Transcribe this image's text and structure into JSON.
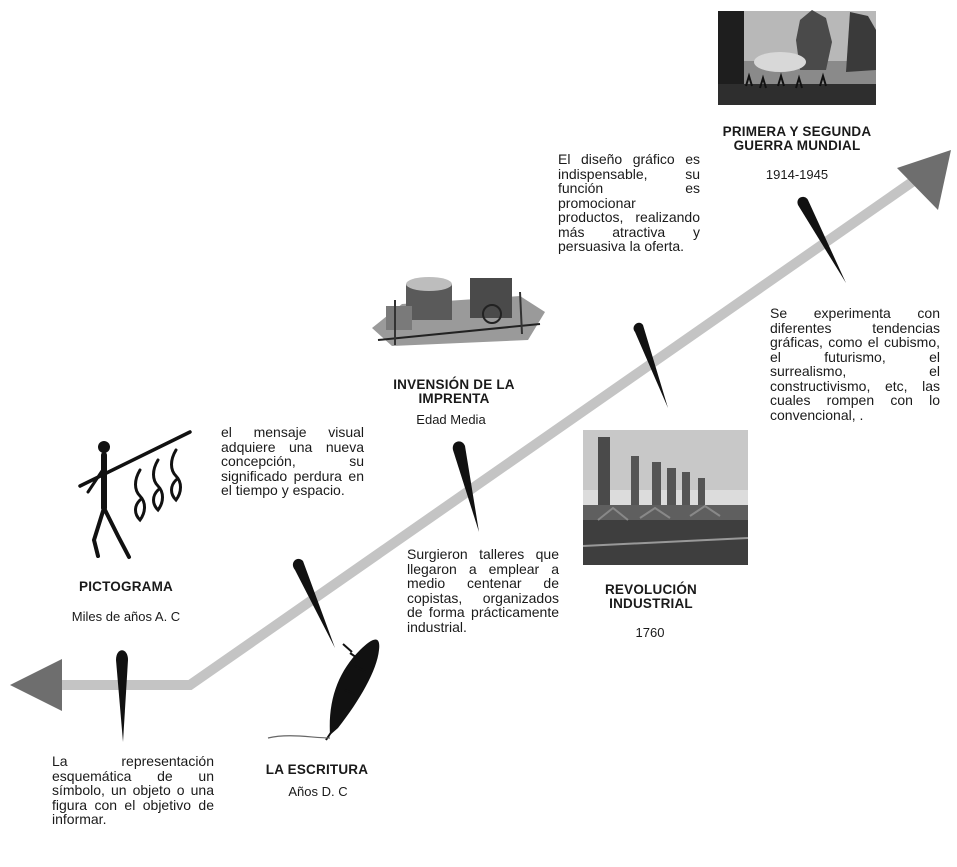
{
  "colors": {
    "arrow": "#c4c4c4",
    "arrowhead": "#6e6e6e",
    "ink": "#111111",
    "text": "#1a1a1a"
  },
  "events": [
    {
      "id": "pictograma",
      "title": "PICTOGRAMA",
      "date": "Miles de años A. C",
      "description": "La representación esquemática de un símbolo, un objeto o una figura con el objetivo de informar.",
      "icon": "stick-figure-pictogram-icon"
    },
    {
      "id": "escritura",
      "title": "LA ESCRITURA",
      "date": "Años D. C",
      "description": "el mensaje visual adquiere una nueva concepción, su significado perdura en el tiempo y espacio.",
      "icon": "quill-feather-icon"
    },
    {
      "id": "imprenta",
      "title": "INVENSIÓN DE LA IMPRENTA",
      "date": "Edad Media",
      "description": "Surgieron talleres que llegaron a emplear a medio centenar de copistas, organizados de forma prácticamente industrial.",
      "icon": "printing-press-icon"
    },
    {
      "id": "revolucion",
      "title": "REVOLUCIÓN INDUSTRIAL",
      "date": "1760",
      "description": "El diseño gráfico es indispensable, su función es promocionar productos, realizando más atractiva y persuasiva la oferta.",
      "icon": "factory-icon"
    },
    {
      "id": "guerra",
      "title": "PRIMERA Y SEGUNDA GUERRA MUNDIAL",
      "date": "1914-1945",
      "description": "Se experimenta con diferentes tendencias gráficas, como el cubismo, el futurismo, el surrealismo, el constructivismo, etc, las cuales rompen con lo convencional, .",
      "icon": "war-ruins-photo-icon"
    }
  ]
}
